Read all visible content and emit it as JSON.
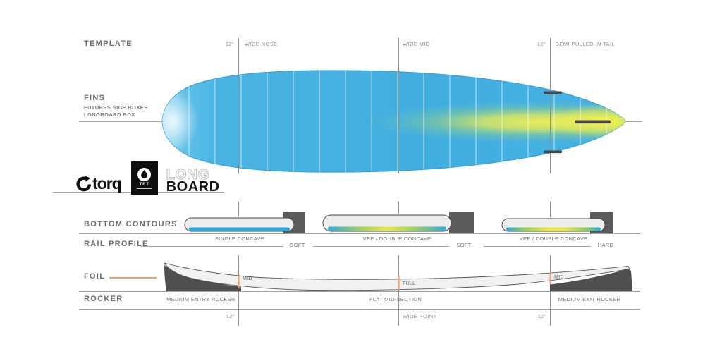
{
  "colors": {
    "board_blue": "#45b1e2",
    "tail_yellow": "#f2ef52",
    "concave_blue": "#2aa9e0",
    "accent_orange": "#ef9e68",
    "block_gray": "#565656"
  },
  "sections": {
    "template": {
      "label": "TEMPLATE"
    },
    "fins": {
      "label": "FINS",
      "sub1": "FUTURES SIDE BOXES",
      "sub2": "LONGBOARD BOX"
    },
    "bottom_contours": {
      "label": "BOTTOM  CONTOURS"
    },
    "rail_profile": {
      "label": "RAIL PROFILE"
    },
    "foil": {
      "label": "FOIL"
    },
    "rocker": {
      "label": "ROCKER"
    }
  },
  "annotations": {
    "nose_offset": "12\"",
    "wide_nose": "WIDE NOSE",
    "wide_mid": "WIDE MID",
    "tail_offset": "12\"",
    "tail_shape": "SEMI PULLED IN TAIL",
    "contour_nose": "SINGLE CONCAVE",
    "contour_mid": "VEE / DOUBLE CONCAVE",
    "contour_tail": "VEE / DOUBLE CONCAVE",
    "rail_nose": "SOFT",
    "rail_mid": "SOFT",
    "rail_tail": "HARD",
    "foil_nose": "MID",
    "foil_mid": "FULL",
    "foil_tail": "MID",
    "rocker_nose": "MEDIUM ENTRY ROCKER",
    "rocker_mid": "FLAT MID-SECTION",
    "rocker_tail": "MEDIUM EXIT ROCKER",
    "bottom_left": "12\"",
    "bottom_mid": "WIDE POINT",
    "bottom_right": "12\""
  },
  "branding": {
    "torq": "torq",
    "tet": "TET",
    "model_line1": "LONG",
    "model_line2": "BOARD"
  }
}
